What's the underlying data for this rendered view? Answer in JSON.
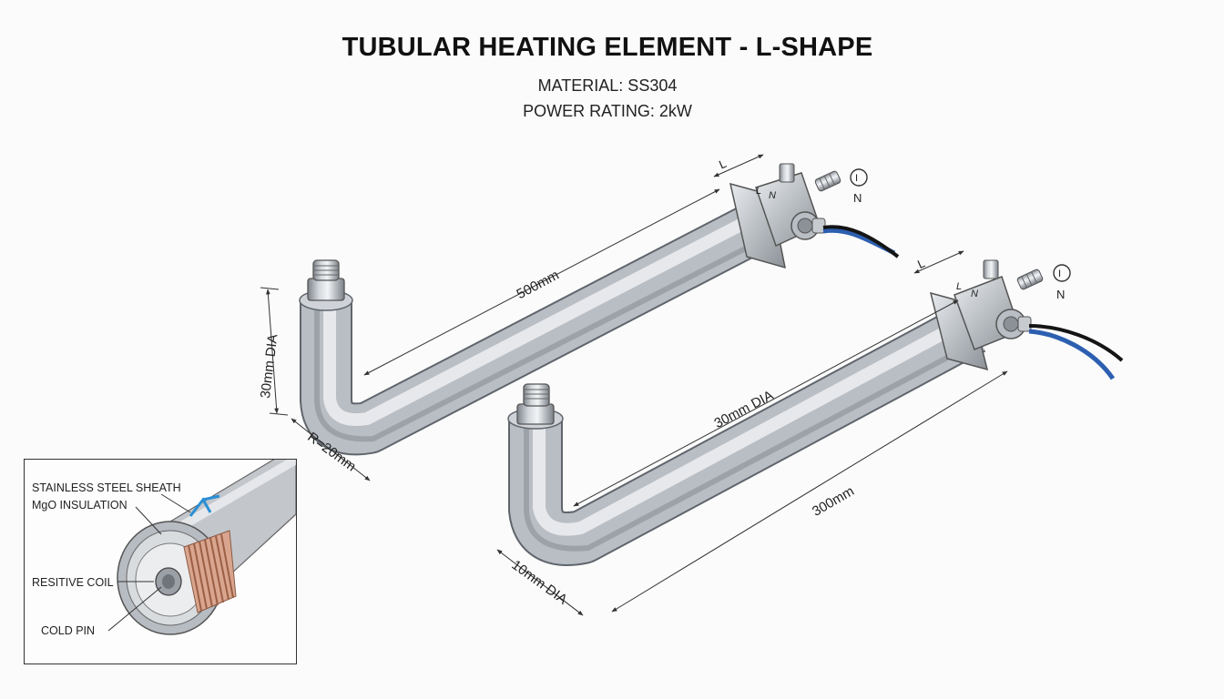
{
  "header": {
    "title": "TUBULAR HEATING ELEMENT - L-SHAPE",
    "material": "MATERIAL: SS304",
    "power": "POWER RATING: 2kW"
  },
  "element_large": {
    "length": "500mm",
    "diameter": "30mm DIA",
    "bend_radius": "R=20mm",
    "terminal_L": "L",
    "terminal_N": "N",
    "ground_symbol": "I"
  },
  "element_small": {
    "length": "300mm",
    "diameter": "30mm DIA",
    "end_diameter": "10mm DIA",
    "terminal_L": "L",
    "terminal_N": "N",
    "ground_symbol": "I"
  },
  "cross_section": {
    "sheath": "STAINLESS STEEL SHEATH",
    "insulation": "MgO INSULATION",
    "coil": "RESITIVE COIL",
    "pin": "COLD PIN"
  },
  "colors": {
    "steel_light": "#eef0f2",
    "steel_mid": "#b9bec4",
    "steel_dark": "#7d838a",
    "wire_blue": "#2d5fb0",
    "wire_black": "#151515",
    "copper": "#c48466",
    "accent_arrow": "#2a8fd6"
  }
}
